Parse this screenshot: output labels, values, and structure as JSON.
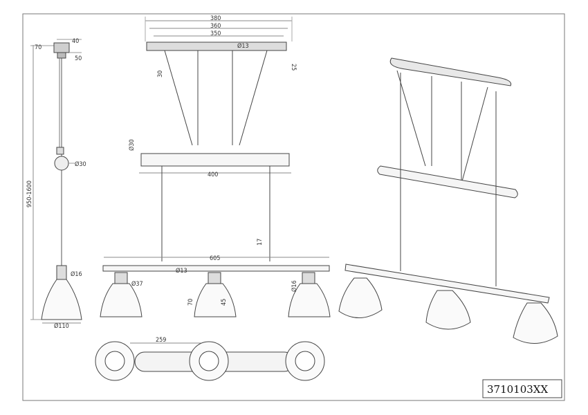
{
  "model_number": "3710103XX",
  "side_view": {
    "canopy_width": "40",
    "canopy_offset": "70",
    "canopy_depth": "50",
    "total_height": "950-1600",
    "counterweight_diameter": "Ø30",
    "socket_diameter": "Ø16",
    "shade_diameter": "Ø110"
  },
  "front_view": {
    "canopy_length": "380",
    "canopy_inner_length": "360",
    "canopy_mount_spacing": "350",
    "canopy_hole": "Ø13",
    "canopy_height": "25",
    "cable_drop": "30",
    "counterweight_diameter": "Ø30",
    "counterweight_length": "400",
    "bar_length": "605",
    "bar_height": "17",
    "bar_hole": "Ø13",
    "socket_diameter": "Ø37",
    "shade_height": "70",
    "socket_height": "45",
    "shade_socket_diameter": "Ø16"
  },
  "top_view": {
    "spacing": "259"
  }
}
